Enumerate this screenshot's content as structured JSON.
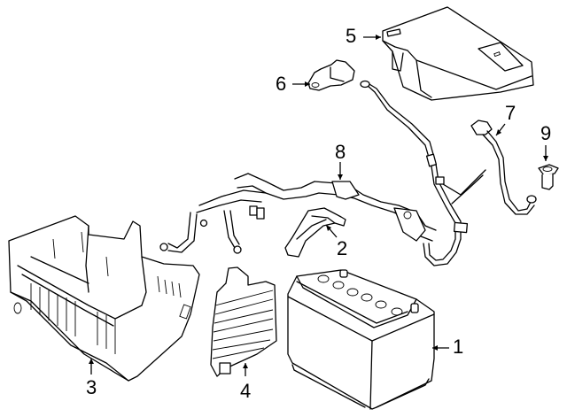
{
  "diagram": {
    "title": "Battery components parts diagram",
    "background": "#ffffff",
    "line_color": "#000000",
    "callouts": [
      {
        "number": "1",
        "part": "battery"
      },
      {
        "number": "2",
        "part": "bracket"
      },
      {
        "number": "3",
        "part": "battery-tray"
      },
      {
        "number": "4",
        "part": "insulator"
      },
      {
        "number": "5",
        "part": "cover"
      },
      {
        "number": "6",
        "part": "clip"
      },
      {
        "number": "7",
        "part": "cable"
      },
      {
        "number": "8",
        "part": "wiring-harness"
      },
      {
        "number": "9",
        "part": "bolt"
      }
    ]
  }
}
